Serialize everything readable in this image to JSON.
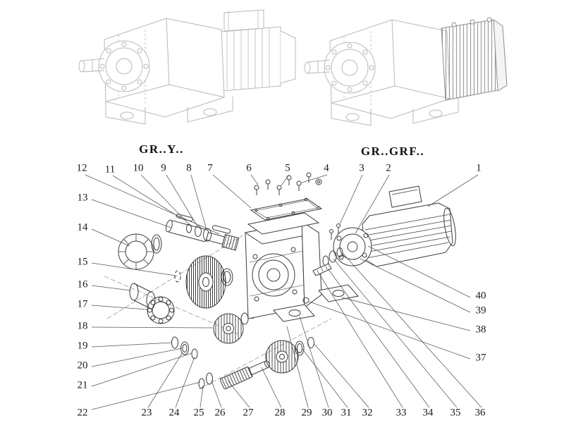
{
  "titles": {
    "left_model": "GR..Y..",
    "right_model": "GR..GRF.."
  },
  "callouts": {
    "top": [
      "12",
      "11",
      "10",
      "9",
      "8",
      "7",
      "6",
      "5",
      "4",
      "3",
      "2",
      "1"
    ],
    "left": [
      "13",
      "14",
      "15",
      "16",
      "17",
      "18",
      "19",
      "20",
      "21",
      "22"
    ],
    "bottom": [
      "23",
      "24",
      "25",
      "26",
      "27",
      "28",
      "29",
      "30",
      "31",
      "32",
      "33",
      "34",
      "35",
      "36"
    ],
    "right": [
      "40",
      "39",
      "38",
      "37"
    ]
  },
  "colors": {
    "drawing_dark": "#3c3c3c",
    "drawing_light": "#b8b8b8",
    "leader_line": "#555555",
    "background": "#ffffff"
  }
}
